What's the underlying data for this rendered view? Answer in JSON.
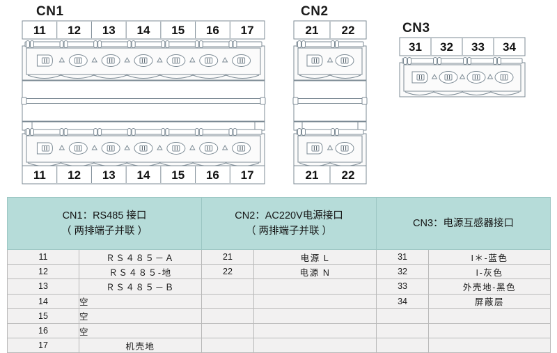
{
  "diagram": {
    "blocks": [
      {
        "id": "CN1",
        "label": "CN1",
        "rows": 2,
        "pins": [
          "11",
          "12",
          "13",
          "14",
          "15",
          "16",
          "17"
        ]
      },
      {
        "id": "CN2",
        "label": "CN2",
        "rows": 2,
        "pins": [
          "21",
          "22"
        ]
      },
      {
        "id": "CN3",
        "label": "CN3",
        "rows": 1,
        "pins": [
          "31",
          "32",
          "33",
          "34"
        ]
      }
    ]
  },
  "table": {
    "groups": [
      {
        "header_line1": "CN1：RS485 接口",
        "header_line2": "（ 两排端子并联 ）",
        "rows": [
          {
            "pin": "11",
            "desc": "ＲＳ４８５－Ａ",
            "align": "center"
          },
          {
            "pin": "12",
            "desc": "ＲＳ４８５-地",
            "align": "center"
          },
          {
            "pin": "13",
            "desc": "ＲＳ４８５－Ｂ",
            "align": "center"
          },
          {
            "pin": "14",
            "desc": "空",
            "align": "left"
          },
          {
            "pin": "15",
            "desc": "空",
            "align": "left"
          },
          {
            "pin": "16",
            "desc": "空",
            "align": "left"
          },
          {
            "pin": "17",
            "desc": "机壳地",
            "align": "center"
          }
        ]
      },
      {
        "header_line1": "CN2：AC220V电源接口",
        "header_line2": "（ 两排端子并联 ）",
        "rows": [
          {
            "pin": "21",
            "desc": "电源 L",
            "align": "center"
          },
          {
            "pin": "22",
            "desc": "电源 N",
            "align": "center"
          },
          {
            "pin": "",
            "desc": "",
            "align": "center"
          },
          {
            "pin": "",
            "desc": "",
            "align": "center"
          },
          {
            "pin": "",
            "desc": "",
            "align": "center"
          },
          {
            "pin": "",
            "desc": "",
            "align": "center"
          },
          {
            "pin": "",
            "desc": "",
            "align": "center"
          }
        ]
      },
      {
        "header_line1": "CN3：电源互感器接口",
        "header_line2": "",
        "rows": [
          {
            "pin": "31",
            "desc": "I＊-蓝色",
            "align": "center"
          },
          {
            "pin": "32",
            "desc": "I-灰色",
            "align": "center"
          },
          {
            "pin": "33",
            "desc": "外壳地-黑色",
            "align": "center"
          },
          {
            "pin": "34",
            "desc": "屏蔽层",
            "align": "center"
          },
          {
            "pin": "",
            "desc": "",
            "align": "center"
          },
          {
            "pin": "",
            "desc": "",
            "align": "center"
          },
          {
            "pin": "",
            "desc": "",
            "align": "center"
          }
        ]
      }
    ]
  },
  "colors": {
    "header_bg": "#b6dcd9",
    "body_bg": "#f2f1f1",
    "line": "#7d8b95",
    "text": "#141414"
  }
}
